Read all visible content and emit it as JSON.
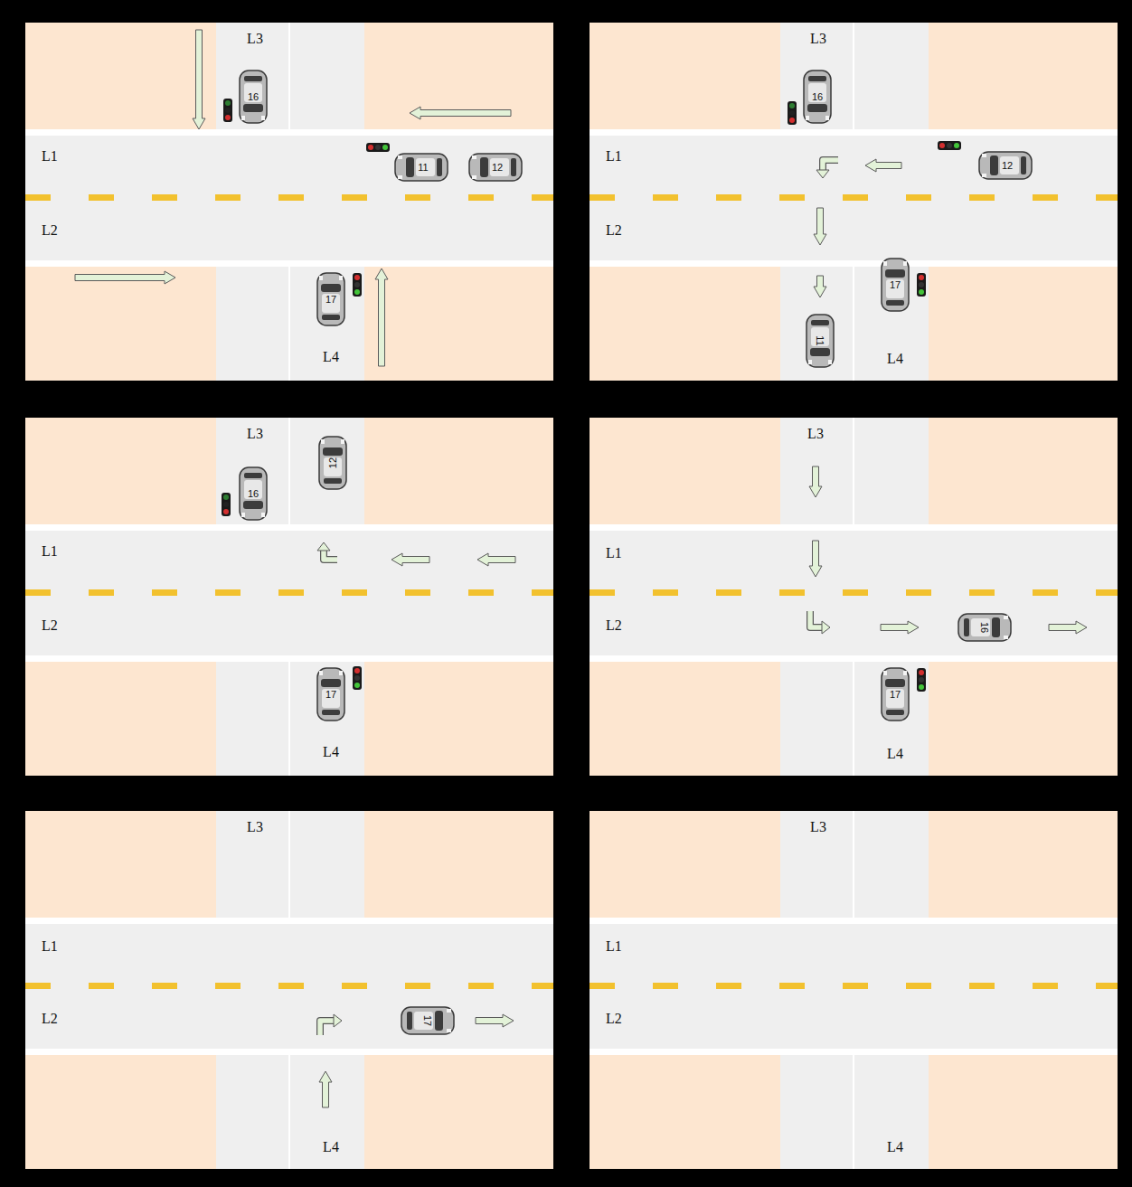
{
  "diagram": {
    "labels": [
      "L3",
      "16",
      "L1",
      "11",
      "12",
      "L2",
      "17",
      "L4",
      "L3",
      "16",
      "L1",
      "12",
      "L2",
      "11",
      "17",
      "L4",
      "L3",
      "12",
      "16",
      "L1",
      "L2",
      "17",
      "L4",
      "L3",
      "L1",
      "L2",
      "16",
      "17",
      "L4",
      "L3",
      "L1",
      "L2",
      "17",
      "L4",
      "L3",
      "L1",
      "L2",
      "L4"
    ]
  }
}
